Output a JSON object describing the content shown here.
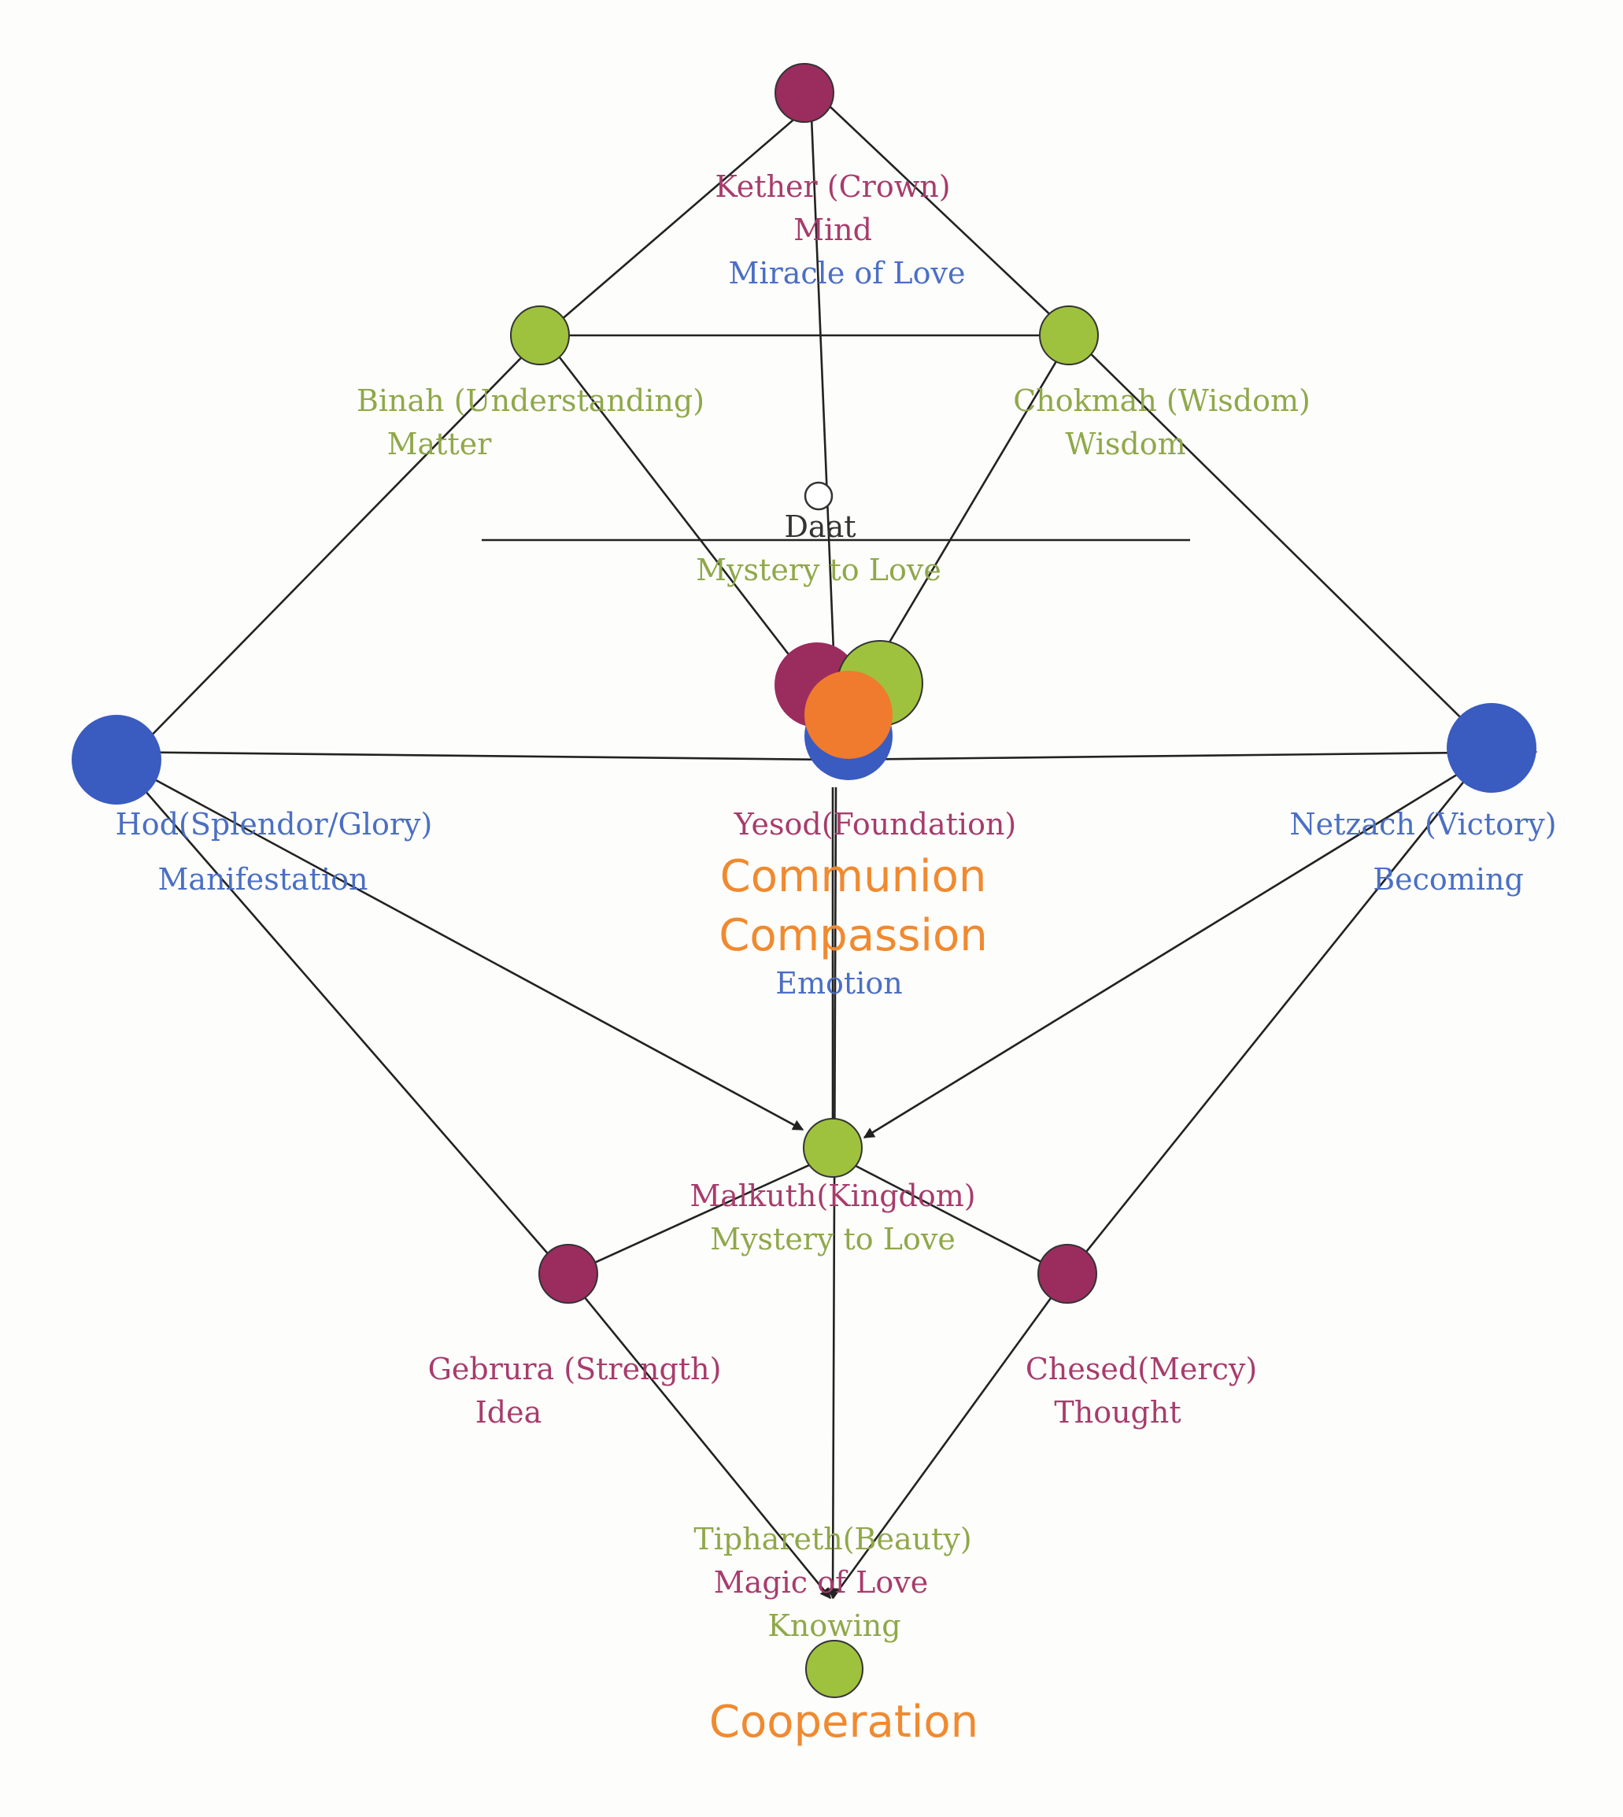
{
  "colors": {
    "magenta": "#9b2c5e",
    "green": "#9ec23d",
    "blue": "#3a5bbf",
    "orange": "#f07a2e",
    "text_magenta": "#a83c6c",
    "text_green": "#8fa84a",
    "text_blue": "#4b6fc4",
    "text_orange": "#f08a30",
    "text_dark": "#333333"
  },
  "nodes": {
    "kether": {
      "color": "magenta"
    },
    "binah": {
      "color": "green"
    },
    "chokmah": {
      "color": "green"
    },
    "daat": {
      "color": "none"
    },
    "yesod_magenta": {
      "color": "magenta"
    },
    "yesod_green": {
      "color": "green"
    },
    "yesod_blue": {
      "color": "blue"
    },
    "yesod_orange": {
      "color": "orange"
    },
    "hod": {
      "color": "blue"
    },
    "netzach": {
      "color": "blue"
    },
    "malkuth": {
      "color": "green"
    },
    "gebrura": {
      "color": "magenta"
    },
    "chesed": {
      "color": "magenta"
    },
    "cooperation": {
      "color": "green"
    }
  },
  "labels": {
    "kether": {
      "line1": "Kether (Crown)",
      "line2": "Mind",
      "line3": "Miracle of Love"
    },
    "binah": {
      "line1": "Binah (Understanding)",
      "line2": "Matter"
    },
    "chokmah": {
      "line1": "Chokmah (Wisdom)",
      "line2": "Wisdom"
    },
    "daat": {
      "line1": "Daat",
      "line2": "Mystery to Love"
    },
    "hod": {
      "line1": "Hod(Splendor/Glory)",
      "line2": "Manifestation"
    },
    "yesod": {
      "line1": "Yesod(Foundation)",
      "line2": "Communion",
      "line3": "Compassion",
      "line4": "Emotion"
    },
    "netzach": {
      "line1": "Netzach (Victory)",
      "line2": "Becoming"
    },
    "malkuth": {
      "line1": "Malkuth(Kingdom)",
      "line2": "Mystery to Love"
    },
    "gebrura": {
      "line1": "Gebrura  (Strength)",
      "line2": "Idea"
    },
    "chesed": {
      "line1": "Chesed(Mercy)",
      "line2": "Thought"
    },
    "tiphareth": {
      "line1": "Tiphareth(Beauty)",
      "line2": "Magic of Love",
      "line3": "Knowing"
    },
    "cooperation": {
      "line1": "Cooperation"
    }
  }
}
